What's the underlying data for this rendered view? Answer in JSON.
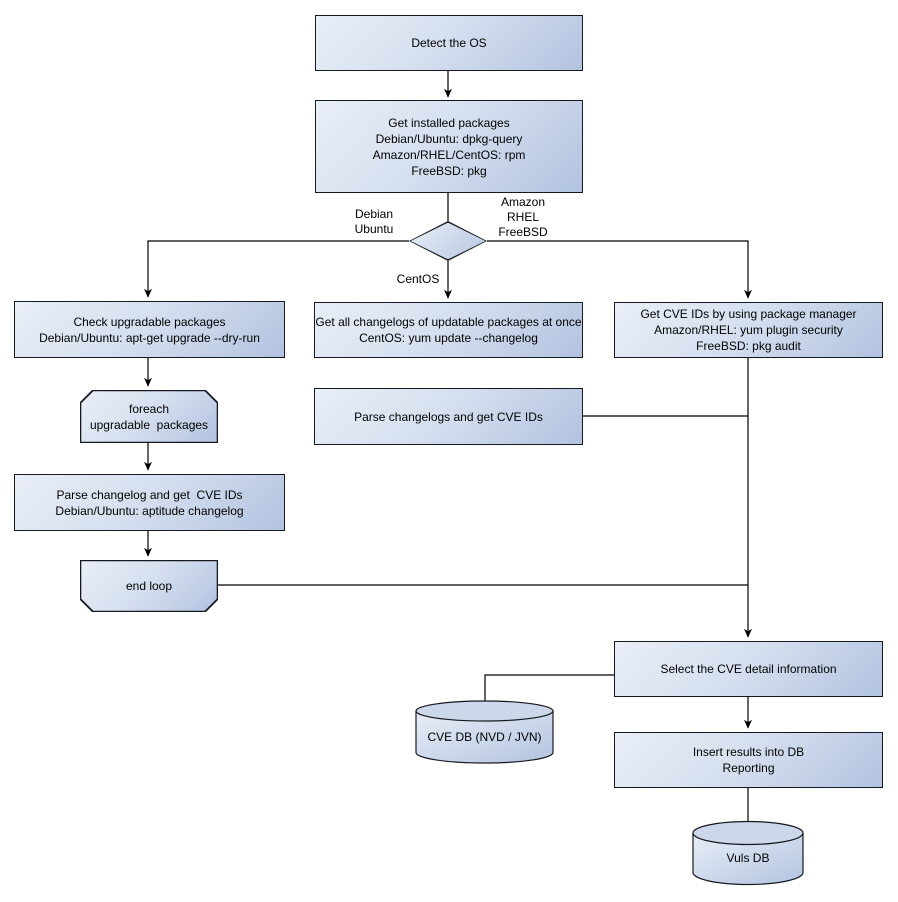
{
  "diagram": {
    "type": "flowchart",
    "nodes": {
      "detect_os": {
        "label": "Detect the OS"
      },
      "get_installed": {
        "label": "Get installed packages\nDebian/Ubuntu: dpkg-query\nAmazon/RHEL/CentOS: rpm\nFreeBSD: pkg"
      },
      "os_decision": {
        "label": ""
      },
      "check_upgradable": {
        "label": "Check upgradable packages\nDebian/Ubuntu: apt-get upgrade --dry-run"
      },
      "foreach_loop": {
        "label": "foreach\nupgradable  packages"
      },
      "parse_changelog_left": {
        "label": "Parse changelog and get  CVE IDs\nDebian/Ubuntu: aptitude changelog"
      },
      "end_loop": {
        "label": "end loop"
      },
      "get_all_changelogs": {
        "label": "Get all changelogs of updatable packages at once\nCentOS: yum update --changelog"
      },
      "parse_changelogs_mid": {
        "label": "Parse changelogs and get CVE IDs"
      },
      "get_cve_ids_right": {
        "label": "Get CVE IDs by using package manager\nAmazon/RHEL: yum plugin security\nFreeBSD: pkg audit"
      },
      "select_cve": {
        "label": "Select the CVE detail information"
      },
      "insert_results": {
        "label": "Insert results into DB\nReporting"
      },
      "cve_db": {
        "label": "CVE DB (NVD / JVN)"
      },
      "vuls_db": {
        "label": "Vuls DB"
      }
    },
    "edge_labels": {
      "debian_branch": "Debian\nUbuntu",
      "amazon_branch": "Amazon\nRHEL\nFreeBSD",
      "centos_branch": "CentOS"
    },
    "colors": {
      "shape_gradient_start": "#e9eef7",
      "shape_gradient_end": "#b2c3e0",
      "border": "#16191f",
      "connector": "#000000",
      "background": "#ffffff"
    }
  }
}
